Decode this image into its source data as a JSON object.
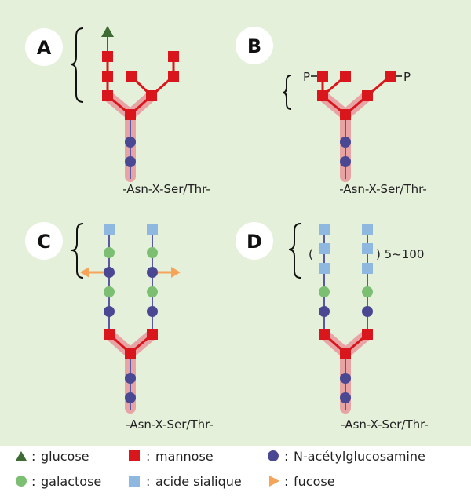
{
  "panels": {
    "A": {
      "letter": "A",
      "sequence": "-Asn-X-Ser/Thr-"
    },
    "B": {
      "letter": "B",
      "sequence": "-Asn-X-Ser/Thr-",
      "phospho_left": "P",
      "phospho_right": "P"
    },
    "C": {
      "letter": "C",
      "sequence": "-Asn-X-Ser/Thr-"
    },
    "D": {
      "letter": "D",
      "sequence": "-Asn-X-Ser/Thr-",
      "paren_open": "(",
      "repeat_note": ") 5~100"
    }
  },
  "legend": {
    "glucose": "glucose",
    "mannose": "mannose",
    "glcnac": "N-acétylglucosamine",
    "galactose": "galactose",
    "sialic": "acide sialique",
    "fucose": "fucose"
  },
  "colors": {
    "background": "#e5f0da",
    "glucose": "#3d6b33",
    "mannose": "#d9161c",
    "glcnac": "#4a4892",
    "galactose": "#7cbf73",
    "sialic": "#8fb8e0",
    "fucose": "#f5a45a",
    "halo": "#e8a3a5",
    "stalk": "#5a57a6"
  }
}
